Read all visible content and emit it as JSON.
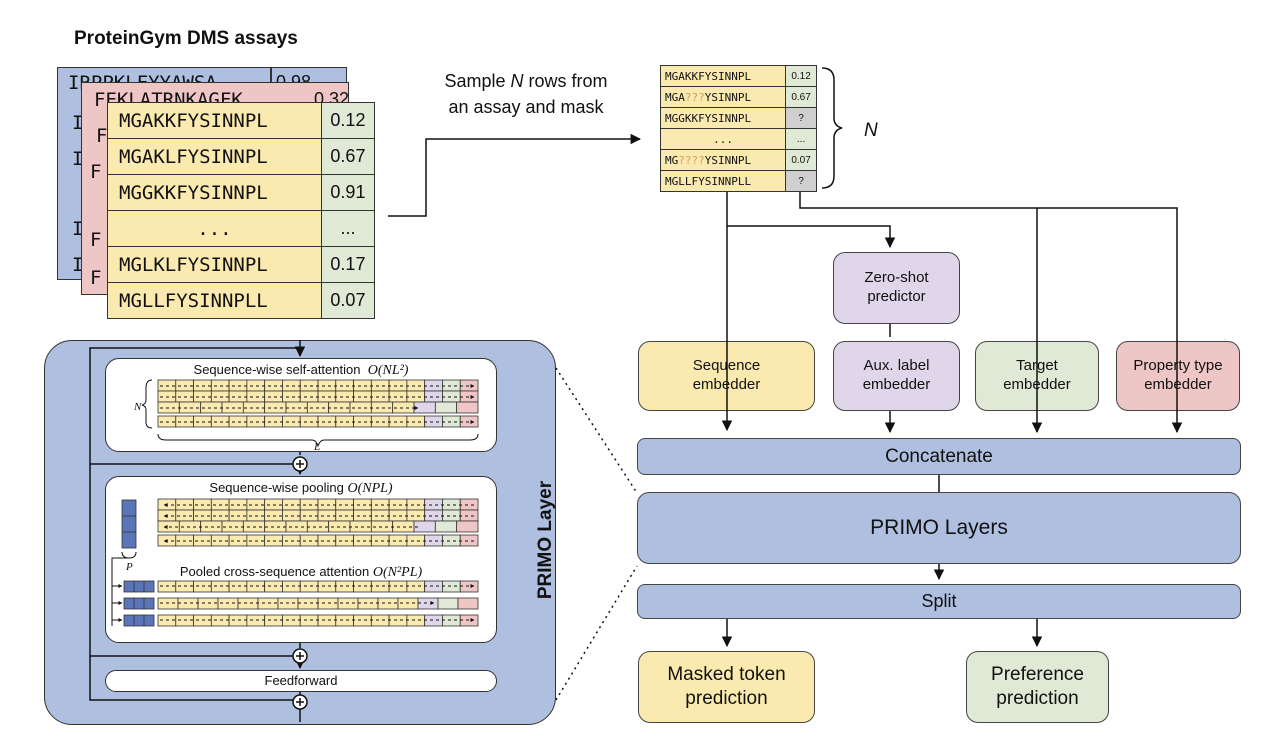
{
  "title": "ProteinGym DMS assays",
  "back_cards": {
    "blue": {
      "seq_fragment": "IRPPKLFYYAWSA",
      "val_fragment": "0.98",
      "letters": [
        "I",
        "I",
        "I",
        "I"
      ],
      "color": "#aebfdf"
    },
    "pink": {
      "seq_fragment": "FEKLATRNKAGFK",
      "val_fragment": "0.32",
      "letters": [
        "F",
        "F",
        "F",
        "F"
      ],
      "color": "#efc6c6"
    }
  },
  "front_table": {
    "rows": [
      {
        "seq": "MGAKKFYSINNPL",
        "val": "0.12"
      },
      {
        "seq": "MGAKLFYSINNPL",
        "val": "0.67"
      },
      {
        "seq": "MGGKKFYSINNPL",
        "val": "0.91"
      },
      {
        "seq": "...",
        "val": "..."
      },
      {
        "seq": "MGLKLFYSINNPL",
        "val": "0.17"
      },
      {
        "seq": "MGLLFYSINNPLL",
        "val": "0.07"
      }
    ]
  },
  "sample_text": {
    "line1_pre": "Sample ",
    "line1_var": "N",
    "line1_post": " rows from",
    "line2": "an assay and mask"
  },
  "sampled_table": {
    "rows": [
      {
        "seq_a": "MGAKKFYSINNPL",
        "mask": "",
        "seq_b": "",
        "val": "0.12",
        "q": false
      },
      {
        "seq_a": "MGA",
        "mask": "???",
        "seq_b": "YSINNPL",
        "val": "0.67",
        "q": false
      },
      {
        "seq_a": "MGGKKFYSINNPL",
        "mask": "",
        "seq_b": "",
        "val": "?",
        "q": true
      },
      {
        "seq_a": "...",
        "mask": "",
        "seq_b": "",
        "val": "...",
        "q": false
      },
      {
        "seq_a": "MG",
        "mask": "????",
        "seq_b": "YSINNPL",
        "val": "0.07",
        "q": false
      },
      {
        "seq_a": "MGLLFYSINNPLL",
        "mask": "",
        "seq_b": "",
        "val": "?",
        "q": true
      }
    ],
    "brace_label": "N"
  },
  "zero_shot": {
    "line1": "Zero-shot",
    "line2": "predictor"
  },
  "embedders": [
    {
      "line1": "Sequence",
      "line2": "embedder",
      "color": "#fbeab0"
    },
    {
      "line1": "Aux. label",
      "line2": "embedder",
      "color": "#e0d6ea"
    },
    {
      "line1": "Target",
      "line2": "embedder",
      "color": "#dfe9d6"
    },
    {
      "line1": "Property type",
      "line2": "embedder",
      "color": "#efc6c6"
    }
  ],
  "concatenate": "Concatenate",
  "primo_layers": "PRIMO Layers",
  "split": "Split",
  "outputs": [
    {
      "line1": "Masked token",
      "line2": "prediction",
      "color": "#fbeab0"
    },
    {
      "line1": "Preference",
      "line2": "prediction",
      "color": "#dfe9d6"
    }
  ],
  "primo_layer": {
    "side_label": "PRIMO Layer",
    "self_attention": {
      "label": "Sequence-wise self-attention",
      "complexity": "O(NL²)",
      "n_label": "N",
      "l_label": "L"
    },
    "pooling": {
      "label": "Sequence-wise pooling",
      "complexity": "O(NPL)",
      "p_label": "P"
    },
    "cross_attention": {
      "label": "Pooled cross-sequence attention",
      "complexity": "O(N²PL)"
    },
    "feedforward": "Feedforward",
    "plus": "+"
  },
  "colors": {
    "yellow": "#fbeab0",
    "green": "#dfe9d6",
    "purple": "#e0d6ea",
    "pink": "#efc6c6",
    "blue": "#aebfdf",
    "grey": "#cfcfcf",
    "mask_text": "#c9a25a"
  }
}
